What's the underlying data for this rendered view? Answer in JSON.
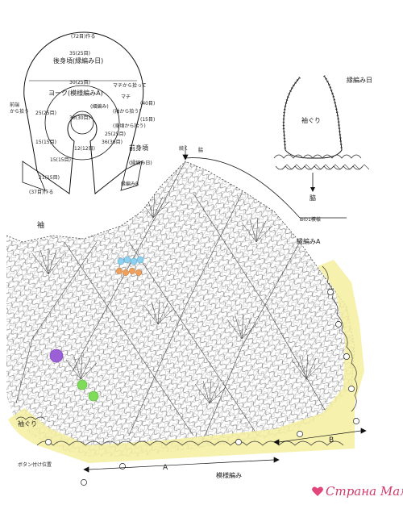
{
  "yoke_chart": {
    "outer_circ": "(72目)作る",
    "back_neck": "後身頃(縁編み日)",
    "row35": "35(25目)",
    "row30": "30(25目)",
    "yoke_title": "ヨーク(模様編みA)",
    "rib": "(細編み)",
    "join_note": "マチから拾って",
    "gusset": "マチ",
    "sleeve_pick": "(袖から拾う)",
    "count40": "(40目)",
    "count15": "(15目)",
    "pick_front": "(身頃から拾う)",
    "m25_left": "25(25目)",
    "m30": "30(30目)",
    "m12": "12(12目)",
    "m25_right": "25(25目)",
    "m36": "36(36目)",
    "m15a": "15(15目)",
    "m15b": "15(15目)",
    "m21": "21(15目)",
    "m37": "(37目)作る",
    "front_neck": "前身頃",
    "front_border": "(縁編み日)",
    "left_side": "前端",
    "left_side2": "から拾う",
    "turn": "縁編みB"
  },
  "collar_chart": {
    "label_top": "縁編み日",
    "center": "袖ぐり",
    "bottom": "脇"
  },
  "main_chart": {
    "sleeve": "袖",
    "continue_note": "続く",
    "side": "脇",
    "b_note": "Bの1模様",
    "border_a": "縁編みA",
    "armhole": "袖ぐり",
    "button": "ボタン付け位置",
    "bottom_label": "模様編み",
    "arrow_a": "A",
    "arrow_b": "B"
  },
  "watermark": {
    "text": "Страна Мам"
  },
  "colors": {
    "highlight_yellow": "#f4ef9f",
    "bead_blue": "#8fd0ef",
    "bead_orange": "#f0a05a",
    "bead_purple": "#9b5fd6",
    "bead_green": "#7fdc5a",
    "watermark_pink": "#d23a6a"
  }
}
